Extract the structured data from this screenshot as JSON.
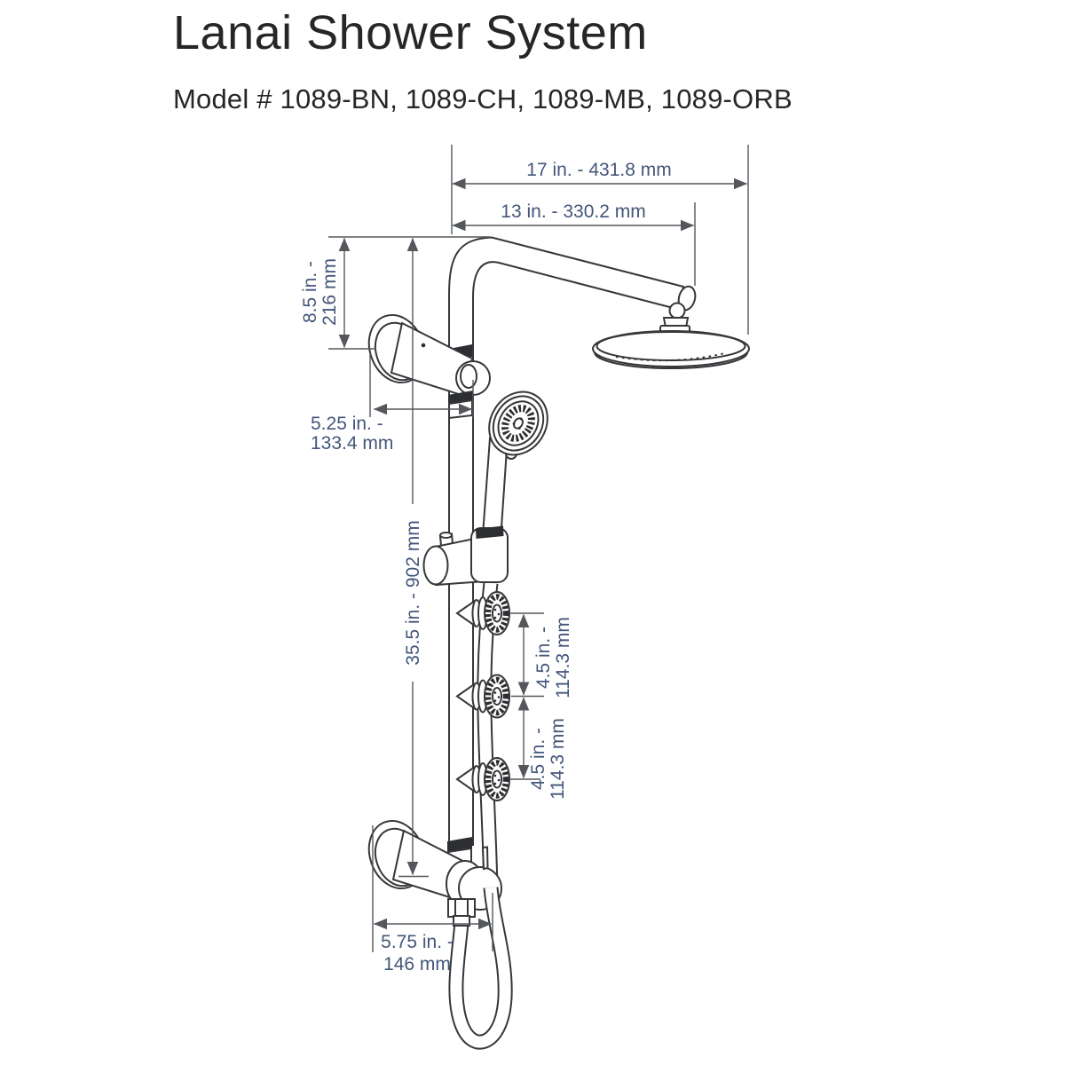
{
  "header": {
    "title": "Lanai Shower System",
    "subtitle": "Model # 1089-BN, 1089-CH, 1089-MB, 1089-ORB"
  },
  "diagram": {
    "dimensions": {
      "overall_width": {
        "label": "17 in. - 431.8 mm"
      },
      "arm_projection": {
        "label": "13 in. - 330.2 mm"
      },
      "head_drop": {
        "line1": "8.5 in. -",
        "line2": "216 mm"
      },
      "bracket_offset": {
        "line1": "5.25 in. -",
        "line2": "133.4 mm"
      },
      "bar_length": {
        "label": "35.5 in. - 902 mm"
      },
      "jet_spacing_upper": {
        "line1": "4.5 in. -",
        "line2": "114.3 mm"
      },
      "jet_spacing_lower": {
        "line1": "4.5 in. -",
        "line2": "114.3 mm"
      },
      "valve_offset": {
        "line1": "5.75 in. -",
        "line2": "146 mm"
      }
    },
    "colors": {
      "drawing_line": "#35373a",
      "dimension_line": "#54575b",
      "dimension_text": "#44567a",
      "title_text": "#242628",
      "background": "#ffffff"
    }
  }
}
